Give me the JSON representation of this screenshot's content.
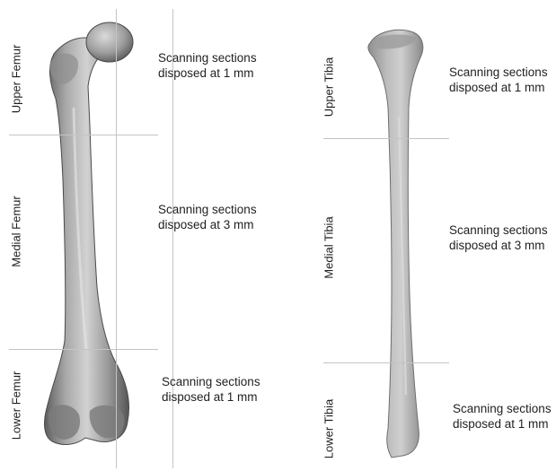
{
  "femur": {
    "regions": [
      {
        "label": "Upper Femur",
        "note_line1": "Scanning sections",
        "note_line2": "disposed at 1 mm"
      },
      {
        "label": "Medial Femur",
        "note_line1": "Scanning sections",
        "note_line2": "disposed at 3 mm"
      },
      {
        "label": "Lower Femur",
        "note_line1": "Scanning sections",
        "note_line2": "disposed at 1 mm"
      }
    ]
  },
  "tibia": {
    "regions": [
      {
        "label": "Upper Tibia",
        "note_line1": "Scanning sections",
        "note_line2": "disposed at 1 mm"
      },
      {
        "label": "Medial Tibia",
        "note_line1": "Scanning sections",
        "note_line2": "disposed at 3 mm"
      },
      {
        "label": "Lower Tibia",
        "note_line1": "Scanning sections",
        "note_line2": "disposed at 1 mm"
      }
    ]
  },
  "colors": {
    "bone_light": "#c9c9c9",
    "bone_dark": "#6a6a6a",
    "guide_line": "#c4c4c4"
  }
}
